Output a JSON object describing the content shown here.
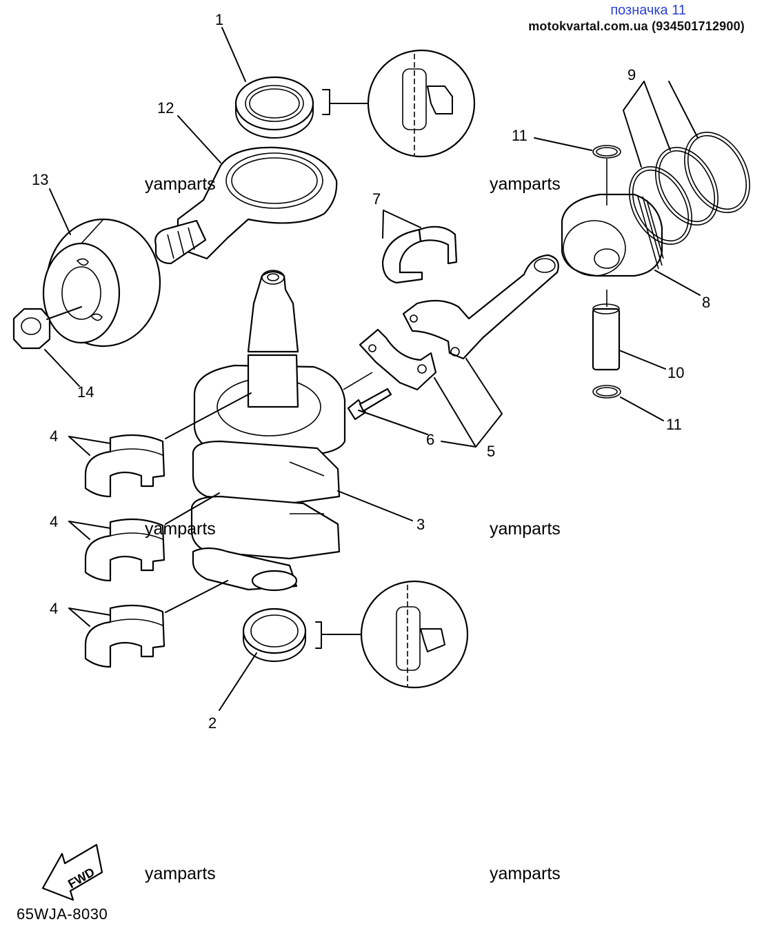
{
  "header": {
    "title": "позначка 11",
    "source": "motokvartal.com.ua (934501712900)"
  },
  "diagram_code": "65WJA-8030",
  "fwd_label": "FWD",
  "watermark": "yamparts",
  "callouts": {
    "c1": "1",
    "c2": "2",
    "c3": "3",
    "c4a": "4",
    "c4b": "4",
    "c4c": "4",
    "c5": "5",
    "c6": "6",
    "c7": "7",
    "c8": "8",
    "c9": "9",
    "c10": "10",
    "c11a": "11",
    "c11b": "11",
    "c12": "12",
    "c13": "13",
    "c14": "14"
  },
  "colors": {
    "header_title": "#2a3fd6",
    "line": "#000000",
    "background": "#ffffff"
  }
}
